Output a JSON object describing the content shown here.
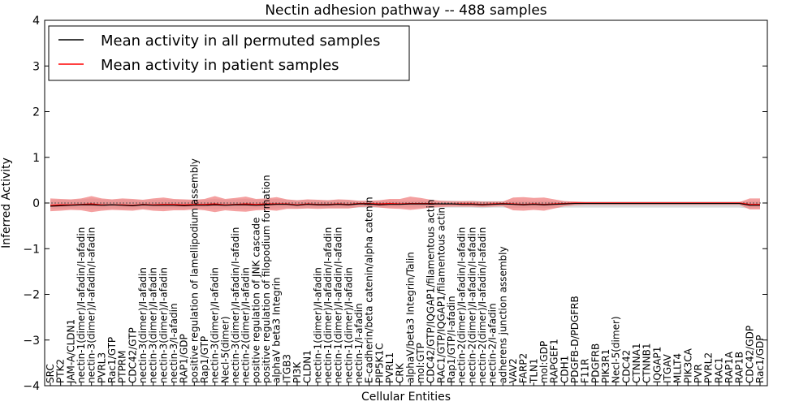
{
  "chart_data": {
    "type": "line",
    "title": "Nectin adhesion pathway -- 488 samples",
    "xlabel": "Cellular Entities",
    "ylabel": "Inferred Activity",
    "ylim": [
      -4,
      4
    ],
    "yticks": [
      "−4",
      "−3",
      "−2",
      "−1",
      "0",
      "1",
      "2",
      "3",
      "4"
    ],
    "legend_position": "top-left",
    "grid": false,
    "colors": {
      "permuted_line": "#000000",
      "patient_line": "#ff0000",
      "patient_band": "#f08080",
      "permuted_band": "#c0c0c0",
      "reference_line": "#555555"
    },
    "categories": [
      "SRC",
      "PTK2",
      "JAM-A/CLDN1",
      "nectin-1(dimer)/I-afadin/I-afadin",
      "nectin-3(dimer)/I-afadin/I-afadin",
      "PVRL3",
      "Rac1/GTP",
      "PTPRM",
      "CDC42/GTP",
      "nectin-3(dimer)/I-afadin",
      "nectin-3(dimer)/I-afadin",
      "nectin-3(dimer)/I-afadin",
      "nectin-3/I-afadin",
      "RAP1/GDP",
      "positive regulation of lamellipodium assembly",
      "Rap1/GTP",
      "nectin-3(dimer)/I-afadin",
      "Necl-5(dimer)",
      "nectin-3(dimer)/I-afadin/I-afadin",
      "nectin-2(dimer)/I-afadin",
      "positive regulation of JNK cascade",
      "positive regulation of filopodium formation",
      "alphaV beta3 Integrin",
      "ITGB3",
      "PI3K",
      "CLDN1",
      "nectin-1(dimer)/I-afadin",
      "nectin-1(dimer)/I-afadin/I-afadin",
      "nectin-1(dimer)/I-afadin/I-afadin",
      "nectin-1(dimer)/I-afadin",
      "nectin-1/I-afadin",
      "E-cadherin/beta catenin/alpha catenin",
      "PIP5K1C",
      "PVRL1",
      "CRK",
      "alphaV/beta3 Integrin/Talin",
      "mol:GTP",
      "CDC42/GTP/IQGAP1/filamentous actin",
      "RAC1/GTP/IQGAP1/filamentous actin",
      "Rap1/GTP/I-afadin",
      "nectin-2(dimer)/I-afadin/I-afadin",
      "nectin-2(dimer)/I-afadin/I-afadin",
      "nectin-2(dimer)/I-afadin/I-afadin",
      "nectin-2/I-afadin",
      "adherens junction assembly",
      "VAV2",
      "FARP2",
      "TLN1",
      "mol:GDP",
      "RAPGEF1",
      "CDH1",
      "PDGFB-D/PDGFRB",
      "F11R",
      "PDGFRB",
      "PIK3R1",
      "Necl-5(dimer)",
      "CDC42",
      "CTNNA1",
      "CTNNB1",
      "IQGAP1",
      "ITGAV",
      "MLLT4",
      "PIK3CA",
      "PVR",
      "PVRL2",
      "RAC1",
      "RAP1A",
      "RAP1B",
      "CDC42/GDP",
      "Rac1/GDP"
    ],
    "series": [
      {
        "name": "Mean activity in all permuted samples",
        "color": "#000000",
        "values": [
          -0.07,
          -0.06,
          -0.05,
          -0.04,
          -0.04,
          -0.05,
          -0.04,
          -0.05,
          -0.06,
          -0.04,
          -0.05,
          -0.05,
          -0.05,
          -0.06,
          -0.05,
          -0.05,
          -0.04,
          -0.05,
          -0.04,
          -0.04,
          -0.05,
          -0.04,
          -0.03,
          -0.03,
          -0.05,
          -0.03,
          -0.04,
          -0.04,
          -0.03,
          -0.04,
          -0.02,
          -0.02,
          -0.04,
          -0.03,
          -0.03,
          -0.02,
          -0.02,
          -0.02,
          -0.02,
          -0.02,
          -0.03,
          -0.03,
          -0.04,
          -0.03,
          -0.02,
          -0.03,
          -0.04,
          -0.03,
          -0.04,
          -0.03,
          -0.02,
          -0.01,
          -0.01,
          -0.01,
          -0.01,
          -0.01,
          -0.01,
          -0.01,
          -0.01,
          -0.01,
          -0.01,
          -0.01,
          -0.01,
          -0.01,
          -0.01,
          -0.01,
          -0.01,
          -0.01,
          -0.05,
          -0.05
        ],
        "band_upper": [
          0.06,
          0.07,
          0.07,
          0.08,
          0.1,
          0.08,
          0.07,
          0.08,
          0.07,
          0.06,
          0.07,
          0.08,
          0.07,
          0.07,
          0.06,
          0.07,
          0.09,
          0.07,
          0.08,
          0.09,
          0.07,
          0.08,
          0.09,
          0.07,
          0.06,
          0.07,
          0.06,
          0.06,
          0.07,
          0.06,
          0.05,
          0.05,
          0.05,
          0.06,
          0.05,
          0.05,
          0.06,
          0.05,
          0.05,
          0.05,
          0.04,
          0.05,
          0.04,
          0.04,
          0.04,
          0.05,
          0.05,
          0.04,
          0.05,
          0.04,
          0.04,
          0.03,
          0.03,
          0.03,
          0.03,
          0.03,
          0.03,
          0.03,
          0.03,
          0.03,
          0.03,
          0.03,
          0.03,
          0.03,
          0.03,
          0.03,
          0.03,
          0.03,
          0.04,
          0.04
        ],
        "band_lower": [
          -0.13,
          -0.13,
          -0.12,
          -0.12,
          -0.14,
          -0.13,
          -0.12,
          -0.13,
          -0.13,
          -0.12,
          -0.13,
          -0.13,
          -0.12,
          -0.13,
          -0.12,
          -0.13,
          -0.14,
          -0.12,
          -0.13,
          -0.14,
          -0.12,
          -0.13,
          -0.12,
          -0.11,
          -0.12,
          -0.11,
          -0.11,
          -0.11,
          -0.11,
          -0.11,
          -0.1,
          -0.1,
          -0.1,
          -0.1,
          -0.1,
          -0.1,
          -0.1,
          -0.1,
          -0.1,
          -0.1,
          -0.1,
          -0.1,
          -0.11,
          -0.1,
          -0.1,
          -0.11,
          -0.11,
          -0.11,
          -0.11,
          -0.11,
          -0.1,
          -0.1,
          -0.1,
          -0.1,
          -0.1,
          -0.1,
          -0.1,
          -0.1,
          -0.1,
          -0.1,
          -0.1,
          -0.1,
          -0.1,
          -0.1,
          -0.1,
          -0.1,
          -0.1,
          -0.1,
          -0.12,
          -0.12
        ]
      },
      {
        "name": "Mean activity in patient samples",
        "color": "#ff0000",
        "values": [
          -0.05,
          -0.04,
          -0.04,
          -0.03,
          -0.02,
          -0.04,
          -0.04,
          -0.04,
          -0.05,
          -0.03,
          -0.04,
          -0.03,
          -0.03,
          -0.04,
          -0.03,
          -0.03,
          -0.02,
          -0.04,
          -0.03,
          -0.02,
          -0.03,
          -0.02,
          -0.02,
          -0.02,
          -0.04,
          -0.02,
          -0.03,
          -0.03,
          -0.02,
          -0.03,
          -0.01,
          -0.01,
          -0.02,
          -0.01,
          -0.02,
          -0.01,
          -0.01,
          -0.01,
          -0.02,
          -0.02,
          -0.02,
          -0.02,
          -0.03,
          -0.02,
          -0.01,
          -0.02,
          -0.03,
          -0.02,
          -0.03,
          -0.02,
          -0.01,
          0.0,
          0.0,
          0.0,
          0.0,
          0.0,
          0.0,
          0.0,
          0.0,
          0.0,
          0.0,
          0.0,
          0.0,
          0.0,
          0.0,
          0.0,
          0.0,
          0.0,
          -0.03,
          -0.03
        ],
        "band_upper": [
          0.1,
          0.09,
          0.08,
          0.1,
          0.15,
          0.1,
          0.08,
          0.1,
          0.09,
          0.07,
          0.1,
          0.12,
          0.09,
          0.08,
          0.07,
          0.09,
          0.15,
          0.09,
          0.11,
          0.14,
          0.09,
          0.1,
          0.13,
          0.08,
          0.06,
          0.08,
          0.07,
          0.06,
          0.08,
          0.07,
          0.05,
          0.05,
          0.06,
          0.09,
          0.09,
          0.14,
          0.11,
          0.07,
          0.05,
          0.04,
          0.04,
          0.04,
          0.03,
          0.03,
          0.03,
          0.12,
          0.13,
          0.11,
          0.12,
          0.08,
          0.04,
          0.03,
          0.02,
          0.02,
          0.02,
          0.02,
          0.02,
          0.02,
          0.02,
          0.02,
          0.02,
          0.02,
          0.02,
          0.02,
          0.02,
          0.02,
          0.02,
          0.02,
          0.1,
          0.1
        ],
        "band_lower": [
          -0.18,
          -0.17,
          -0.15,
          -0.16,
          -0.2,
          -0.17,
          -0.15,
          -0.16,
          -0.17,
          -0.14,
          -0.17,
          -0.18,
          -0.16,
          -0.16,
          -0.14,
          -0.16,
          -0.2,
          -0.16,
          -0.18,
          -0.19,
          -0.16,
          -0.15,
          -0.17,
          -0.13,
          -0.13,
          -0.12,
          -0.13,
          -0.12,
          -0.12,
          -0.12,
          -0.09,
          -0.08,
          -0.1,
          -0.12,
          -0.13,
          -0.15,
          -0.13,
          -0.1,
          -0.09,
          -0.08,
          -0.08,
          -0.08,
          -0.09,
          -0.08,
          -0.07,
          -0.16,
          -0.17,
          -0.15,
          -0.17,
          -0.12,
          -0.07,
          -0.05,
          -0.04,
          -0.04,
          -0.04,
          -0.04,
          -0.04,
          -0.04,
          -0.04,
          -0.04,
          -0.04,
          -0.04,
          -0.04,
          -0.04,
          -0.04,
          -0.04,
          -0.04,
          -0.04,
          -0.14,
          -0.14
        ]
      }
    ]
  }
}
